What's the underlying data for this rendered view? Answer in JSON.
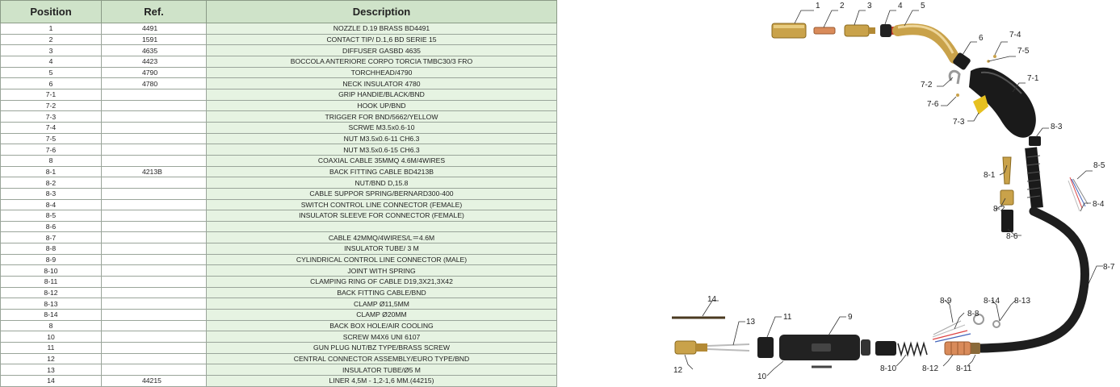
{
  "table": {
    "headers": {
      "position": "Position",
      "ref": "Ref.",
      "description": "Description"
    },
    "rows": [
      {
        "position": "1",
        "ref": "4491",
        "description": "NOZZLE D.19 BRASS BD4491"
      },
      {
        "position": "2",
        "ref": "1591",
        "description": "CONTACT TIP/ D.1,6 BD SERIE 15"
      },
      {
        "position": "3",
        "ref": "4635",
        "description": "DIFFUSER GASBD 4635"
      },
      {
        "position": "4",
        "ref": "4423",
        "description": "BOCCOLA ANTERIORE CORPO TORCIA TMBC30/3 FRO"
      },
      {
        "position": "5",
        "ref": "4790",
        "description": "TORCHHEAD/4790"
      },
      {
        "position": "6",
        "ref": "4780",
        "description": "NECK INSULATOR 4780"
      },
      {
        "position": "7-1",
        "ref": "",
        "description": "GRIP HANDIE/BLACK/BND"
      },
      {
        "position": "7-2",
        "ref": "",
        "description": "HOOK UP/BND"
      },
      {
        "position": "7-3",
        "ref": "",
        "description": "TRIGGER FOR BND/5662/YELLOW"
      },
      {
        "position": "7-4",
        "ref": "",
        "description": "SCRWE M3.5x0.6-10"
      },
      {
        "position": "7-5",
        "ref": "",
        "description": "NUT M3.5x0.6-11 CH6.3"
      },
      {
        "position": "7-6",
        "ref": "",
        "description": "NUT M3.5x0.6-15 CH6.3"
      },
      {
        "position": "8",
        "ref": "",
        "description": "COAXIAL CABLE 35MMQ 4.6M/4WIRES"
      },
      {
        "position": "8-1",
        "ref": "4213B",
        "description": "BACK FITTING CABLE BD4213B"
      },
      {
        "position": "8-2",
        "ref": "",
        "description": "NUT/BND D,15.8"
      },
      {
        "position": "8-3",
        "ref": "",
        "description": "CABLE SUPPOR SPRING/BERNARD300-400"
      },
      {
        "position": "8-4",
        "ref": "",
        "description": "SWITCH CONTROL LINE CONNECTOR (FEMALE)"
      },
      {
        "position": "8-5",
        "ref": "",
        "description": "INSULATOR SLEEVE FOR CONNECTOR (FEMALE)"
      },
      {
        "position": "8-6",
        "ref": "",
        "description": ""
      },
      {
        "position": "8-7",
        "ref": "",
        "description": "CABLE 42MMQ/4WIRES/L＝4.6M"
      },
      {
        "position": "8-8",
        "ref": "",
        "description": "INSULATOR TUBE/ 3 M"
      },
      {
        "position": "8-9",
        "ref": "",
        "description": "CYLINDRICAL CONTROL LINE CONNECTOR (MALE)"
      },
      {
        "position": "8-10",
        "ref": "",
        "description": "JOINT WITH SPRING"
      },
      {
        "position": "8-11",
        "ref": "",
        "description": "CLAMPING RING OF CABLE D19,3X21,3X42"
      },
      {
        "position": "8-12",
        "ref": "",
        "description": "BACK FITTING CABLE/BND"
      },
      {
        "position": "8-13",
        "ref": "",
        "description": "CLAMP Ø11,5MM"
      },
      {
        "position": "8-14",
        "ref": "",
        "description": "CLAMP Ø20MM"
      },
      {
        "position": "8",
        "ref": "",
        "description": "BACK BOX HOLE/AIR COOLING"
      },
      {
        "position": "10",
        "ref": "",
        "description": "SCREW M4X6 UNI 6107"
      },
      {
        "position": "11",
        "ref": "",
        "description": "GUN PLUG NUT/BZ TYPE/BRASS SCREW"
      },
      {
        "position": "12",
        "ref": "",
        "description": "CENTRAL CONNECTOR ASSEMBLY/EURO TYPE/BND"
      },
      {
        "position": "13",
        "ref": "",
        "description": "INSULATOR TUBE/Ø5 M"
      },
      {
        "position": "14",
        "ref": "44215",
        "description": "LINER 4,5M - 1,2-1,6 MM.(44215)"
      }
    ]
  },
  "diagram": {
    "callouts": [
      "1",
      "2",
      "3",
      "4",
      "5",
      "6",
      "7-4",
      "7-5",
      "7-1",
      "7-2",
      "7-6",
      "7-3",
      "8-3",
      "8-5",
      "8-1",
      "8-4",
      "8-2",
      "8-6",
      "8-7",
      "14",
      "11",
      "9",
      "13",
      "8-9",
      "8-14",
      "8-13",
      "8-8",
      "12",
      "10",
      "8-10",
      "8-12",
      "8-11"
    ]
  }
}
